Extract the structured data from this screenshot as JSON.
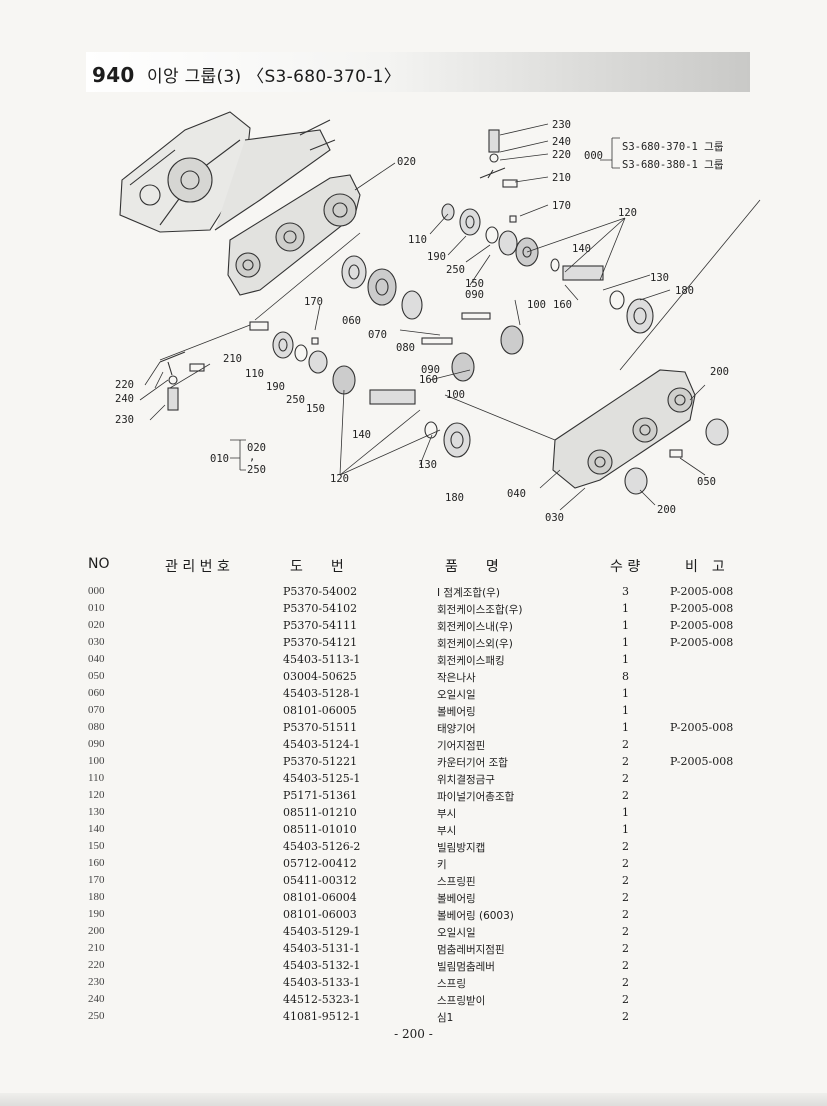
{
  "header": {
    "number": "940",
    "title": "이앙 그룹(3) 〈S3-680-370-1〉"
  },
  "legend": {
    "group_code": "000",
    "group_items": [
      "S3-680-370-1 그룹",
      "S3-680-380-1 그룹"
    ]
  },
  "sub_assembly": {
    "code": "010",
    "from": "020",
    "to": "250"
  },
  "callouts": {
    "c230a": "230",
    "c240a": "240",
    "c220a": "220",
    "c210a": "210",
    "c020": "020",
    "c170a": "170",
    "c120a": "120",
    "c110a": "110",
    "c190a": "190",
    "c250a": "250",
    "c150a": "150",
    "c090a": "090",
    "c140a": "140",
    "c130a": "130",
    "c180a": "180",
    "c160a": "160",
    "c100a": "100",
    "c060": "060",
    "c070": "070",
    "c080": "080",
    "c170b": "170",
    "c210b": "210",
    "c220b": "220",
    "c240b": "240",
    "c230b": "230",
    "c110b": "110",
    "c190b": "190",
    "c250b": "250",
    "c150b": "150",
    "c090b": "090",
    "c160b": "160",
    "c100b": "100",
    "c140b": "140",
    "c130b": "130",
    "c120b": "120",
    "c180b": "180",
    "c200a": "200",
    "c040": "040",
    "c050": "050",
    "c200b": "200",
    "c030": "030"
  },
  "table": {
    "headers": {
      "no": "NO",
      "mgmt": "관 리 번 호",
      "drawing": "도　　번",
      "name": "품　　명",
      "qty": "수 량",
      "remarks": "비　고"
    },
    "rows": [
      {
        "no": "000",
        "part": "P5370-54002",
        "name": "I 점계조합(우)",
        "qty": "3",
        "remark": "P-2005-008"
      },
      {
        "no": "010",
        "part": "P5370-54102",
        "name": "회전케이스조합(우)",
        "qty": "1",
        "remark": "P-2005-008"
      },
      {
        "no": "020",
        "part": "P5370-54111",
        "name": "회전케이스내(우)",
        "qty": "1",
        "remark": "P-2005-008"
      },
      {
        "no": "030",
        "part": "P5370-54121",
        "name": "회전케이스외(우)",
        "qty": "1",
        "remark": "P-2005-008"
      },
      {
        "no": "040",
        "part": "45403-5113-1",
        "name": "회전케이스패킹",
        "qty": "1",
        "remark": ""
      },
      {
        "no": "050",
        "part": "03004-50625",
        "name": "작은나사",
        "qty": "8",
        "remark": ""
      },
      {
        "no": "060",
        "part": "45403-5128-1",
        "name": "오일시일",
        "qty": "1",
        "remark": ""
      },
      {
        "no": "070",
        "part": "08101-06005",
        "name": "볼베어링",
        "qty": "1",
        "remark": ""
      },
      {
        "no": "080",
        "part": "P5370-51511",
        "name": "태양기어",
        "qty": "1",
        "remark": "P-2005-008"
      },
      {
        "no": "090",
        "part": "45403-5124-1",
        "name": "기어지점핀",
        "qty": "2",
        "remark": ""
      },
      {
        "no": "100",
        "part": "P5370-51221",
        "name": "카운터기어 조합",
        "qty": "2",
        "remark": "P-2005-008"
      },
      {
        "no": "110",
        "part": "45403-5125-1",
        "name": "위치결정금구",
        "qty": "2",
        "remark": ""
      },
      {
        "no": "120",
        "part": "P5171-51361",
        "name": "파이널기어총조합",
        "qty": "2",
        "remark": ""
      },
      {
        "no": "130",
        "part": "08511-01210",
        "name": "부시",
        "qty": "1",
        "remark": ""
      },
      {
        "no": "140",
        "part": "08511-01010",
        "name": "부시",
        "qty": "1",
        "remark": ""
      },
      {
        "no": "150",
        "part": "45403-5126-2",
        "name": "빌림방지캡",
        "qty": "2",
        "remark": ""
      },
      {
        "no": "160",
        "part": "05712-00412",
        "name": "키",
        "qty": "2",
        "remark": ""
      },
      {
        "no": "170",
        "part": "05411-00312",
        "name": "스프링핀",
        "qty": "2",
        "remark": ""
      },
      {
        "no": "180",
        "part": "08101-06004",
        "name": "볼베어링",
        "qty": "2",
        "remark": ""
      },
      {
        "no": "190",
        "part": "08101-06003",
        "name": "볼베어링 (6003)",
        "qty": "2",
        "remark": ""
      },
      {
        "no": "200",
        "part": "45403-5129-1",
        "name": "오일시일",
        "qty": "2",
        "remark": ""
      },
      {
        "no": "210",
        "part": "45403-5131-1",
        "name": "멈춤레버지점핀",
        "qty": "2",
        "remark": ""
      },
      {
        "no": "220",
        "part": "45403-5132-1",
        "name": "빌림멈춤레버",
        "qty": "2",
        "remark": ""
      },
      {
        "no": "230",
        "part": "45403-5133-1",
        "name": "스프링",
        "qty": "2",
        "remark": ""
      },
      {
        "no": "240",
        "part": "44512-5323-1",
        "name": "스프링받이",
        "qty": "2",
        "remark": ""
      },
      {
        "no": "250",
        "part": "41081-9512-1",
        "name": "심1",
        "qty": "2",
        "remark": ""
      }
    ]
  },
  "footer": {
    "page": "- 200 -"
  }
}
